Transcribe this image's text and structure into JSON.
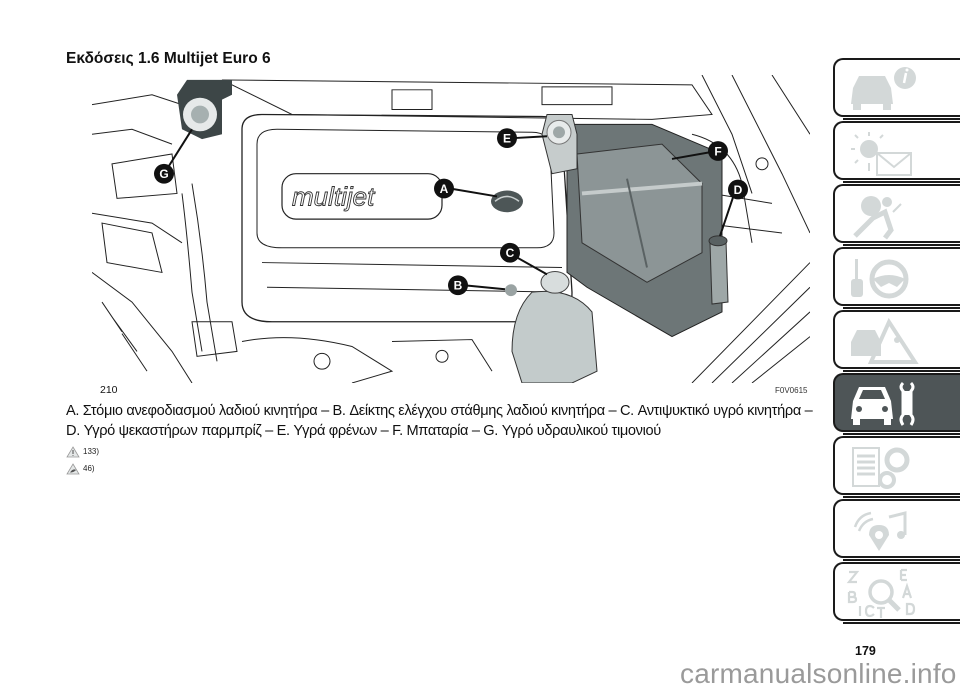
{
  "document": {
    "section_title": "Εκδόσεις 1.6 Multijet Euro 6",
    "figure_number": "210",
    "figure_code": "F0V0615",
    "caption_line1": "A. Στόμιο ανεφοδιασμού λαδιού κινητήρα – B. Δείκτης ελέγχου στάθμης λαδιού κινητήρα – C. Αντιψυκτικό υγρό κινητήρα –",
    "caption_line2": "D. Υγρό ψεκαστήρων παρμπρίζ – E. Υγρά φρένων – F. Μπαταρία – G. Υγρό υδραυλικού τιμονιού",
    "notes": [
      {
        "icon": "warning-triangle-icon",
        "ref": "133)"
      },
      {
        "icon": "environment-leaf-icon",
        "ref": "46)"
      }
    ],
    "page_number": "179",
    "watermark": "carmanualsonline.info"
  },
  "figure": {
    "engine_logo": "multijet",
    "callouts": [
      "A",
      "B",
      "C",
      "D",
      "E",
      "F",
      "G"
    ]
  },
  "sidebar": {
    "tabs": [
      {
        "icon": "car-info-icon",
        "active": false
      },
      {
        "icon": "warning-light-message-icon",
        "active": false
      },
      {
        "icon": "airbag-seat-icon",
        "active": false
      },
      {
        "icon": "key-steering-wheel-icon",
        "active": false
      },
      {
        "icon": "car-emergency-triangle-icon",
        "active": false
      },
      {
        "icon": "car-maintenance-wrench-icon",
        "active": true
      },
      {
        "icon": "technical-data-gears-icon",
        "active": false
      },
      {
        "icon": "multimedia-music-icon",
        "active": false
      },
      {
        "icon": "alphabetical-index-icon",
        "active": false
      }
    ]
  },
  "colors": {
    "tab_icon": "#d3d8d8",
    "tab_active_bg": "#4e5557",
    "callout_bg": "#111111",
    "watermark": "#9a9a9a"
  }
}
